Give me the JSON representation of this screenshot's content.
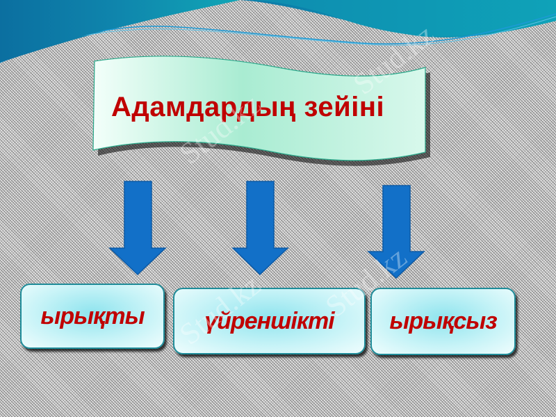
{
  "slide": {
    "title": "Адамдардың зейіні",
    "boxes": [
      {
        "label": "ырықты"
      },
      {
        "label": "үйреншікті"
      },
      {
        "label": "ырықсыз"
      }
    ],
    "watermark": "Stud.kz"
  },
  "colors": {
    "title_text": "#c00000",
    "arrow_fill": "#1270c8",
    "banner_fill": "#b8f0da",
    "box_fill": "#b3eef3",
    "header_wave": "#0b7fa4"
  }
}
